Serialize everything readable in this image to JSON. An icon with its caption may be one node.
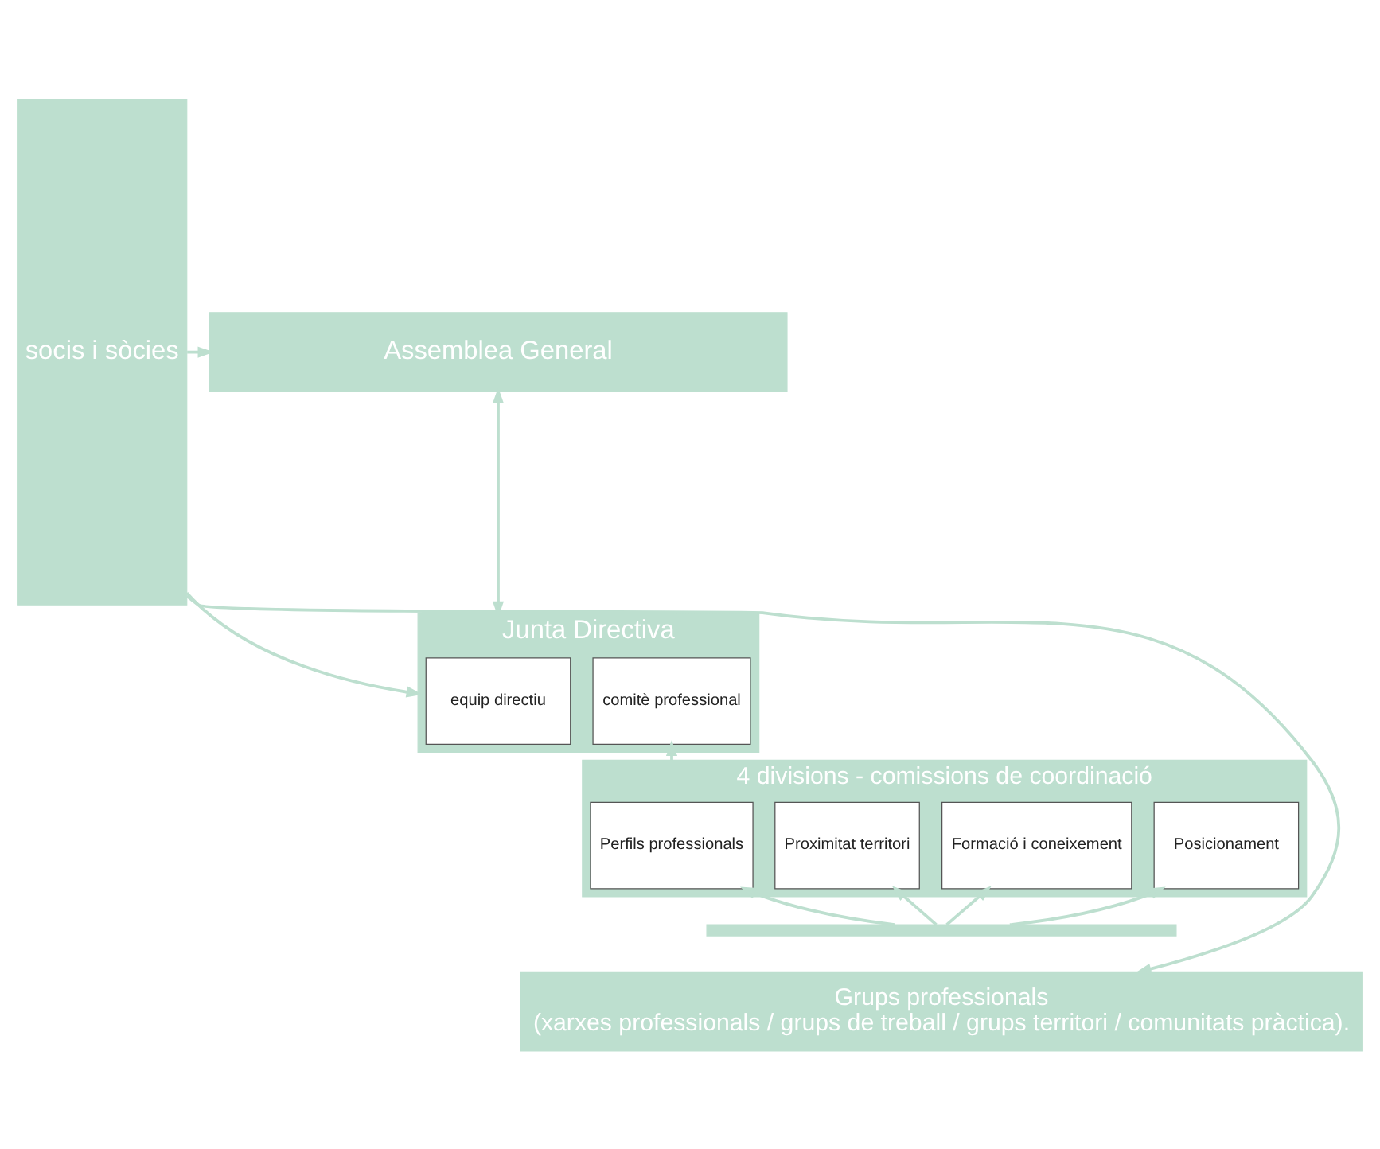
{
  "diagram": {
    "nodes": [
      {
        "text": [
          "socis i sòcies"
        ]
      },
      {
        "text": [
          "Assemblea General"
        ]
      },
      {
        "text": [
          "Junta Directiva"
        ]
      },
      {
        "text": [
          "equip directiu"
        ],
        "in": 2
      },
      {
        "text": [
          "comitè professional"
        ],
        "in": 2
      },
      {
        "text": [
          "4 divisions - comissions de coordinació"
        ]
      },
      {
        "text": [
          "Perfils professionals"
        ],
        "in": 5
      },
      {
        "text": [
          "Proximitat territori"
        ],
        "in": 5
      },
      {
        "text": [
          "Formació i coneixement"
        ],
        "in": 5
      },
      {
        "text": [
          "Posicionament"
        ],
        "in": 5
      },
      {
        "text": [],
        "shape": "bar"
      },
      {
        "text": [
          "Grups professionals",
          "(xarxes professionals / grups de treball / grups territori / comunitats pràctica)."
        ]
      }
    ],
    "edges": [
      {
        "from": 0,
        "to": 1,
        "arrow": "to"
      },
      {
        "from": 0,
        "to": 2,
        "arrow": "to"
      },
      {
        "from": 0,
        "to": 11,
        "arrow": "to"
      },
      {
        "from": 1,
        "to": 2,
        "arrow": "both"
      },
      {
        "from": 5,
        "to": 4,
        "arrow": "to"
      },
      {
        "from": 10,
        "to": 6,
        "arrow": "to"
      },
      {
        "from": 10,
        "to": 7,
        "arrow": "to"
      },
      {
        "from": 10,
        "to": 8,
        "arrow": "to"
      },
      {
        "from": 10,
        "to": 9,
        "arrow": "to"
      }
    ]
  }
}
